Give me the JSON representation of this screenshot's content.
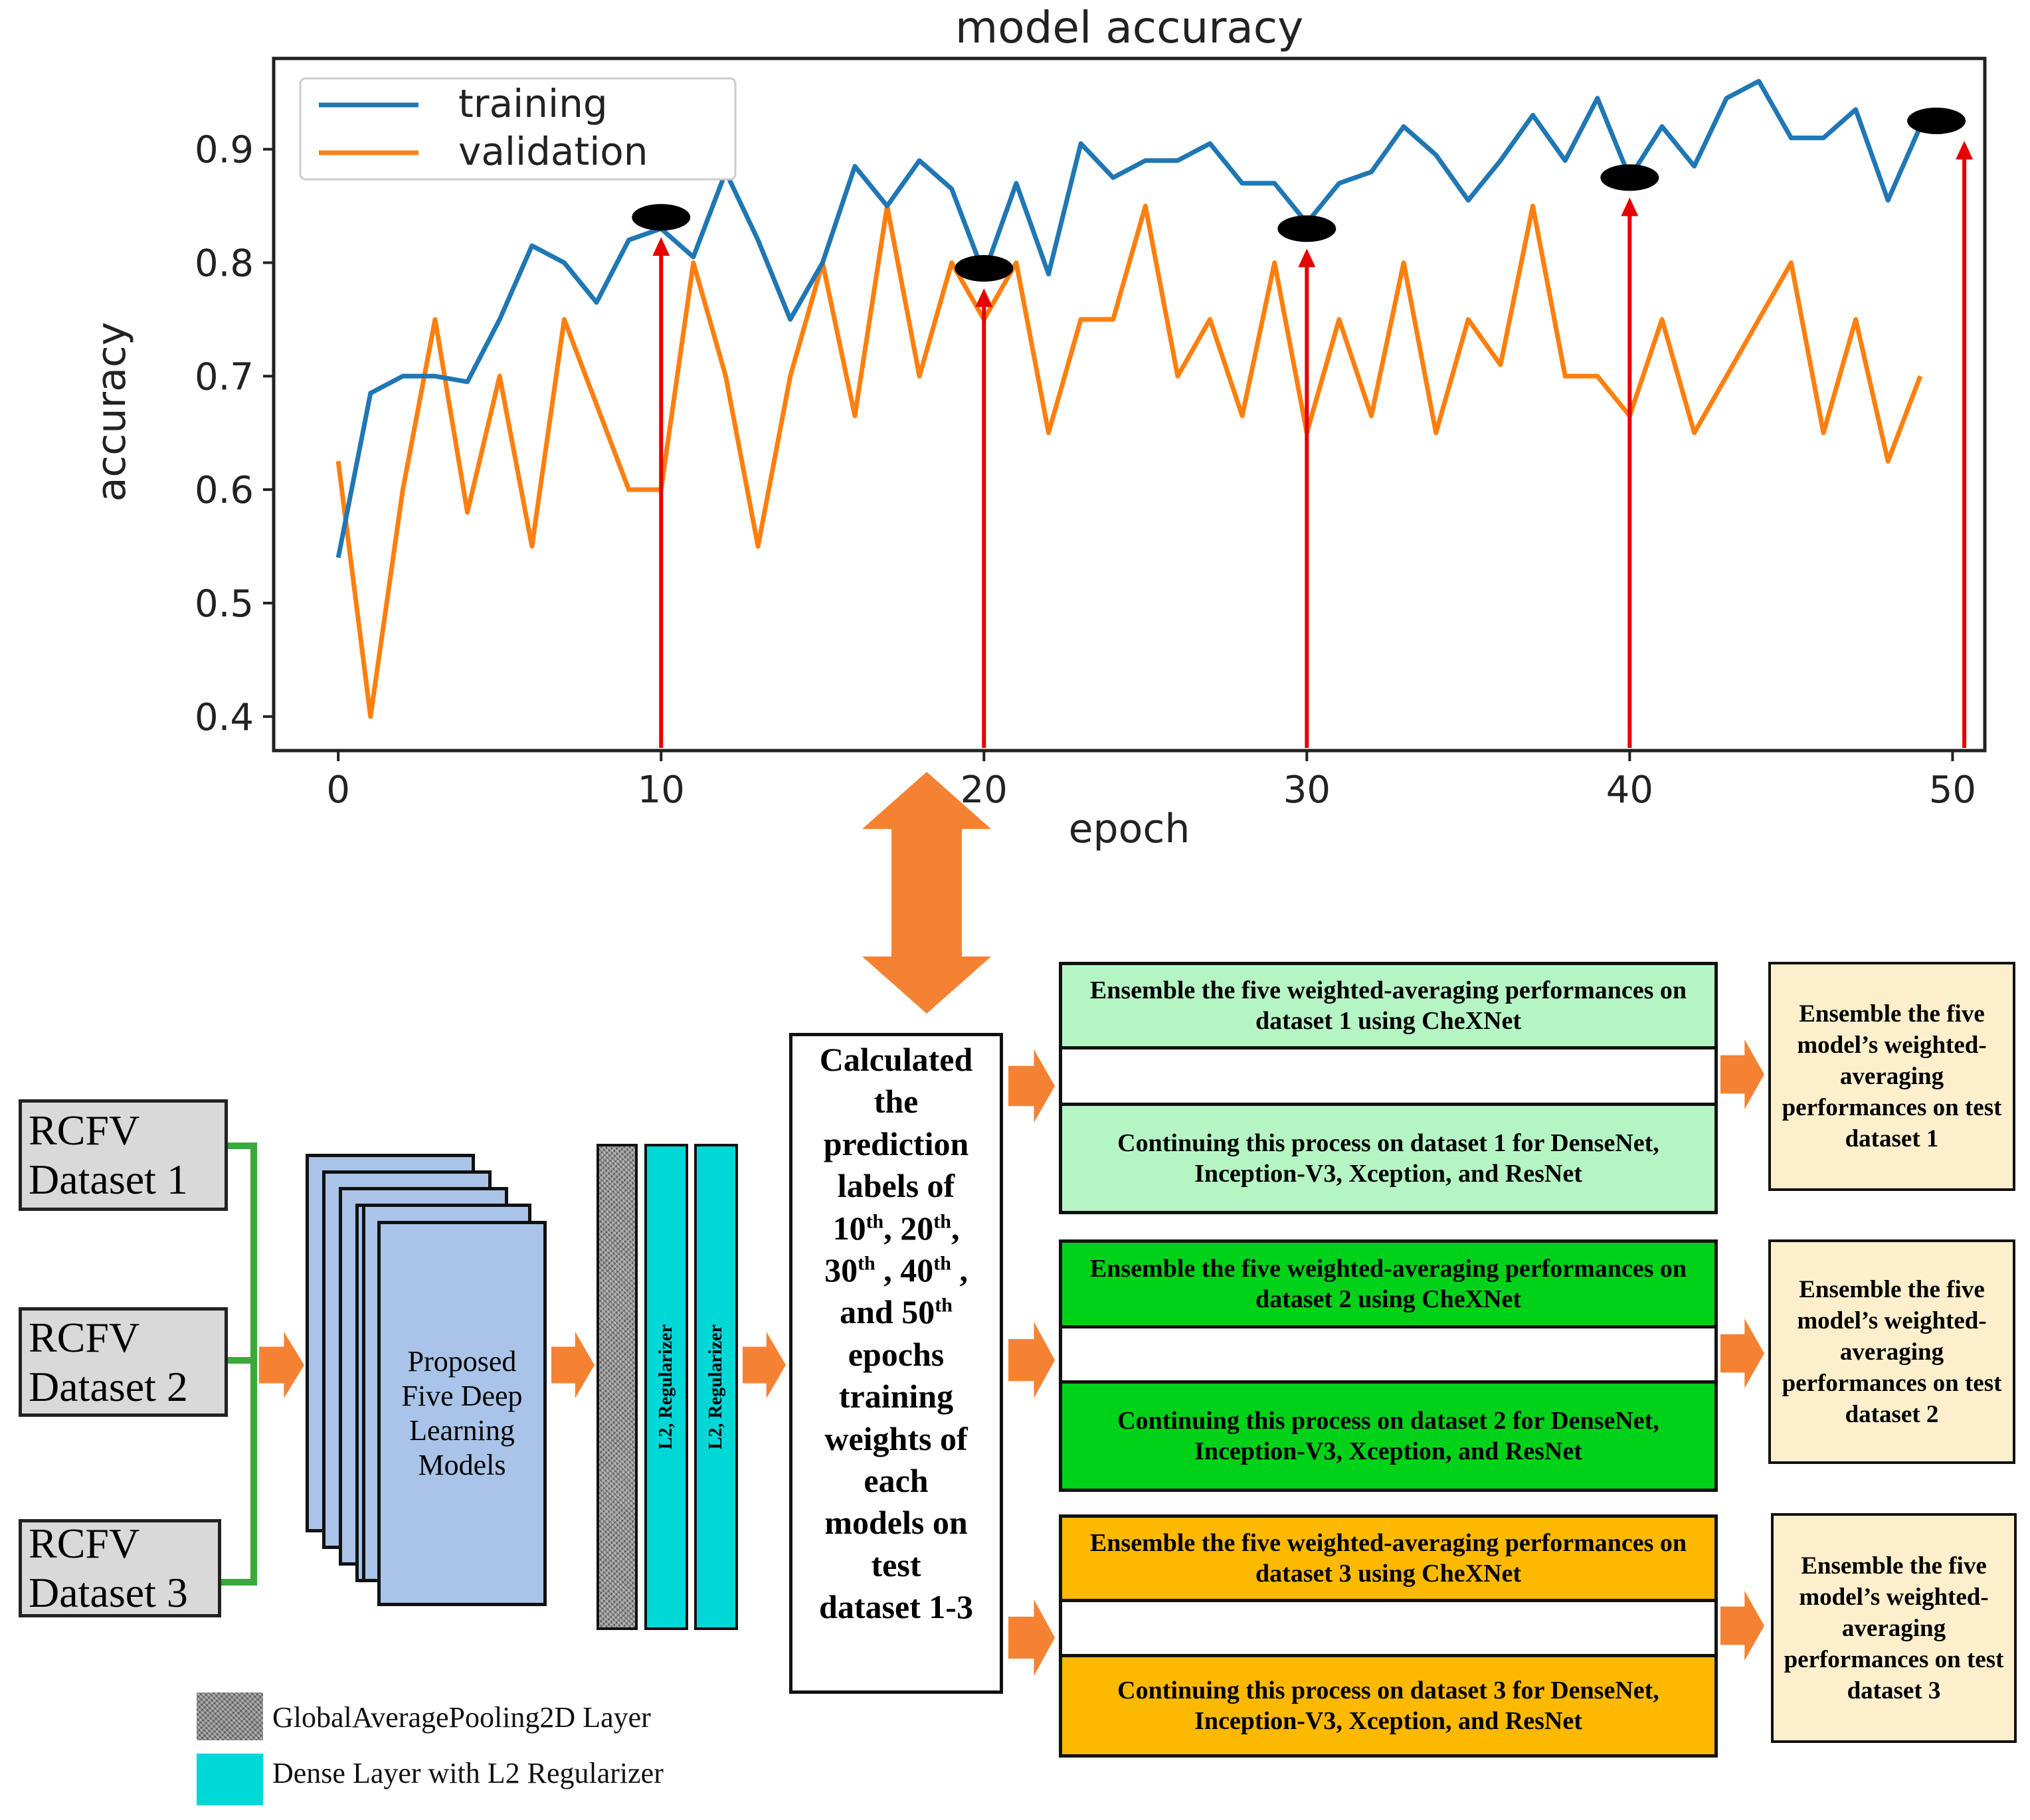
{
  "chart_data": {
    "type": "line",
    "title": "model accuracy",
    "xlabel": "epoch",
    "ylabel": "accuracy",
    "xlim": [
      -2,
      51
    ],
    "ylim": [
      0.37,
      0.98
    ],
    "xticks": [
      0,
      10,
      20,
      30,
      40,
      50
    ],
    "yticks": [
      0.4,
      0.5,
      0.6,
      0.7,
      0.8,
      0.9
    ],
    "legend_position": "top-left",
    "series": [
      {
        "name": "training",
        "color": "#1f77b4",
        "x": [
          0,
          1,
          2,
          3,
          4,
          5,
          6,
          7,
          8,
          9,
          10,
          11,
          12,
          13,
          14,
          15,
          16,
          17,
          18,
          19,
          20,
          21,
          22,
          23,
          24,
          25,
          26,
          27,
          28,
          29,
          30,
          31,
          32,
          33,
          34,
          35,
          36,
          37,
          38,
          39,
          40,
          41,
          42,
          43,
          44,
          45,
          46,
          47,
          48,
          49
        ],
        "values": [
          0.54,
          0.685,
          0.7,
          0.7,
          0.695,
          0.75,
          0.815,
          0.8,
          0.765,
          0.82,
          0.83,
          0.805,
          0.88,
          0.82,
          0.75,
          0.8,
          0.885,
          0.85,
          0.89,
          0.865,
          0.79,
          0.87,
          0.79,
          0.905,
          0.875,
          0.89,
          0.89,
          0.905,
          0.87,
          0.87,
          0.835,
          0.87,
          0.88,
          0.92,
          0.895,
          0.855,
          0.89,
          0.93,
          0.89,
          0.945,
          0.875,
          0.92,
          0.885,
          0.945,
          0.96,
          0.91,
          0.91,
          0.935,
          0.855,
          0.92
        ]
      },
      {
        "name": "validation",
        "color": "#ff7f0e",
        "x": [
          0,
          1,
          2,
          3,
          4,
          5,
          6,
          7,
          8,
          9,
          10,
          11,
          12,
          13,
          14,
          15,
          16,
          17,
          18,
          19,
          20,
          21,
          22,
          23,
          24,
          25,
          26,
          27,
          28,
          29,
          30,
          31,
          32,
          33,
          34,
          35,
          36,
          37,
          38,
          39,
          40,
          41,
          42,
          43,
          44,
          45,
          46,
          47,
          48,
          49
        ],
        "values": [
          0.625,
          0.4,
          0.6,
          0.75,
          0.58,
          0.7,
          0.55,
          0.75,
          0.675,
          0.6,
          0.6,
          0.8,
          0.7,
          0.55,
          0.7,
          0.8,
          0.665,
          0.85,
          0.7,
          0.8,
          0.75,
          0.8,
          0.65,
          0.75,
          0.75,
          0.85,
          0.7,
          0.75,
          0.665,
          0.8,
          0.65,
          0.75,
          0.665,
          0.8,
          0.65,
          0.75,
          0.71,
          0.85,
          0.7,
          0.7,
          0.665,
          0.75,
          0.65,
          0.7,
          0.75,
          0.8,
          0.65,
          0.75,
          0.625,
          0.7
        ]
      }
    ],
    "markers": [
      {
        "x": 10,
        "y": 0.84
      },
      {
        "x": 20,
        "y": 0.795
      },
      {
        "x": 30,
        "y": 0.83
      },
      {
        "x": 40,
        "y": 0.875
      },
      {
        "x": 49.5,
        "y": 0.925
      }
    ]
  },
  "colors": {
    "arrow_orange": "#f58233",
    "bracket_green": "#3aa83a",
    "cyan": "#00d8d8",
    "model_blue": "#a9c4e8",
    "pooling_gray": "#8a8a8a",
    "dataset_gray": "#d9d9d9",
    "row1": "#b5f5c4",
    "row2": "#00d21a",
    "row3": "#fdb900",
    "final_bg": "#fdefcc",
    "red": "#e60000"
  },
  "datasets": [
    {
      "label_line1": "RCFV",
      "label_line2": "Dataset 1"
    },
    {
      "label_line1": "RCFV",
      "label_line2": "Dataset 2"
    },
    {
      "label_line1": "RCFV",
      "label_line2": "Dataset 3"
    }
  ],
  "model_box": {
    "text": "Proposed Five Deep Learning Models"
  },
  "dense_label": "L2, Regularizer",
  "calc": {
    "line1": "Calculated",
    "line2": "the",
    "line3": "prediction",
    "line4": "labels of",
    "n10": "10",
    "n20": "20",
    "n30": "30",
    "n40": "40",
    "n50": "50",
    "sup": "th",
    "line_and": "and",
    "line_epochs": "epochs",
    "line_training": "training",
    "line_weights": "weights of",
    "line_each": "each",
    "line_models": "models on",
    "line_test": "test",
    "line_ds": "dataset 1-3"
  },
  "rows": [
    {
      "top": "Ensemble the five weighted-averaging performances on dataset 1 using  CheXNet",
      "bottom": "Continuing this process on dataset 1 for DenseNet, Inception-V3, Xception, and ResNet",
      "final": "Ensemble the five model’s weighted-averaging performances on test dataset 1"
    },
    {
      "top": "Ensemble the five weighted-averaging performances on dataset 2 using CheXNet",
      "bottom": "Continuing this process on dataset 2 for DenseNet, Inception-V3, Xception, and ResNet",
      "final": "Ensemble the five model’s weighted-averaging performances on test dataset 2"
    },
    {
      "top": "Ensemble the five weighted-averaging performances on dataset 3 using CheXNet",
      "bottom": "Continuing this process on dataset 3 for DenseNet, Inception-V3, Xception, and ResNet",
      "final": "Ensemble the five model’s weighted-averaging performances on test dataset 3"
    }
  ],
  "legend": {
    "pooling": "GlobalAveragePooling2D Layer",
    "dense": "Dense Layer with L2 Regularizer"
  }
}
